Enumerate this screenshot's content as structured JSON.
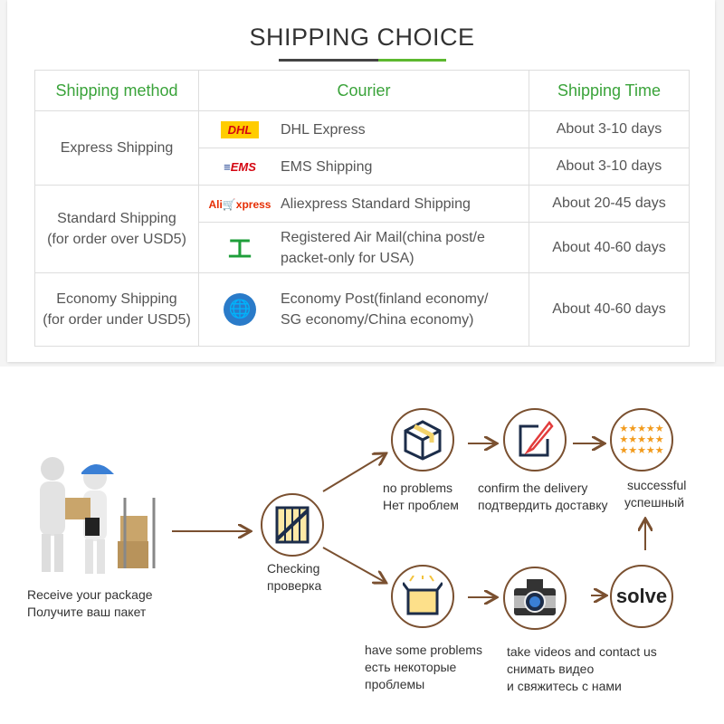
{
  "title": "SHIPPING CHOICE",
  "table": {
    "headers": [
      "Shipping method",
      "Courier",
      "Shipping Time"
    ],
    "groups": [
      {
        "method": [
          "Express Shipping"
        ],
        "rows": [
          {
            "logo": "DHL",
            "courier": "DHL Express",
            "time": "About 3-10 days"
          },
          {
            "logo": "EMS",
            "courier": "EMS Shipping",
            "time": "About 3-10 days"
          }
        ]
      },
      {
        "method": [
          "Standard Shipping",
          "(for order over USD5)"
        ],
        "rows": [
          {
            "logo": "AliExpress",
            "courier": "Aliexpress Standard Shipping",
            "time": "About 20-45 days"
          },
          {
            "logo": "China Post",
            "courier": "Registered Air Mail(china post/e packet-only for USA)",
            "time": "About 40-60 days"
          }
        ]
      },
      {
        "method": [
          "Economy Shipping",
          "(for order under USD5)"
        ],
        "rows": [
          {
            "logo": "UN",
            "courier": "Economy Post(finland economy/ SG economy/China economy)",
            "time": "About 40-60 days"
          }
        ]
      }
    ]
  },
  "flow": {
    "receive": [
      "Receive your package",
      "Получите ваш пакет"
    ],
    "checking": [
      "Checking",
      "проверка"
    ],
    "no_problems": [
      "no problems",
      "Нет проблем"
    ],
    "confirm": [
      "confirm the delivery",
      "подтвердить доставку"
    ],
    "successful": [
      "successful",
      "успешный"
    ],
    "some_problems": [
      "have some problems",
      "есть некоторые",
      "проблемы"
    ],
    "videos": [
      "take videos and contact us",
      "снимать видео",
      "и свяжитесь с нами"
    ],
    "solve": "solve"
  },
  "colors": {
    "green": "#3aa33a",
    "brown": "#7a5030"
  }
}
